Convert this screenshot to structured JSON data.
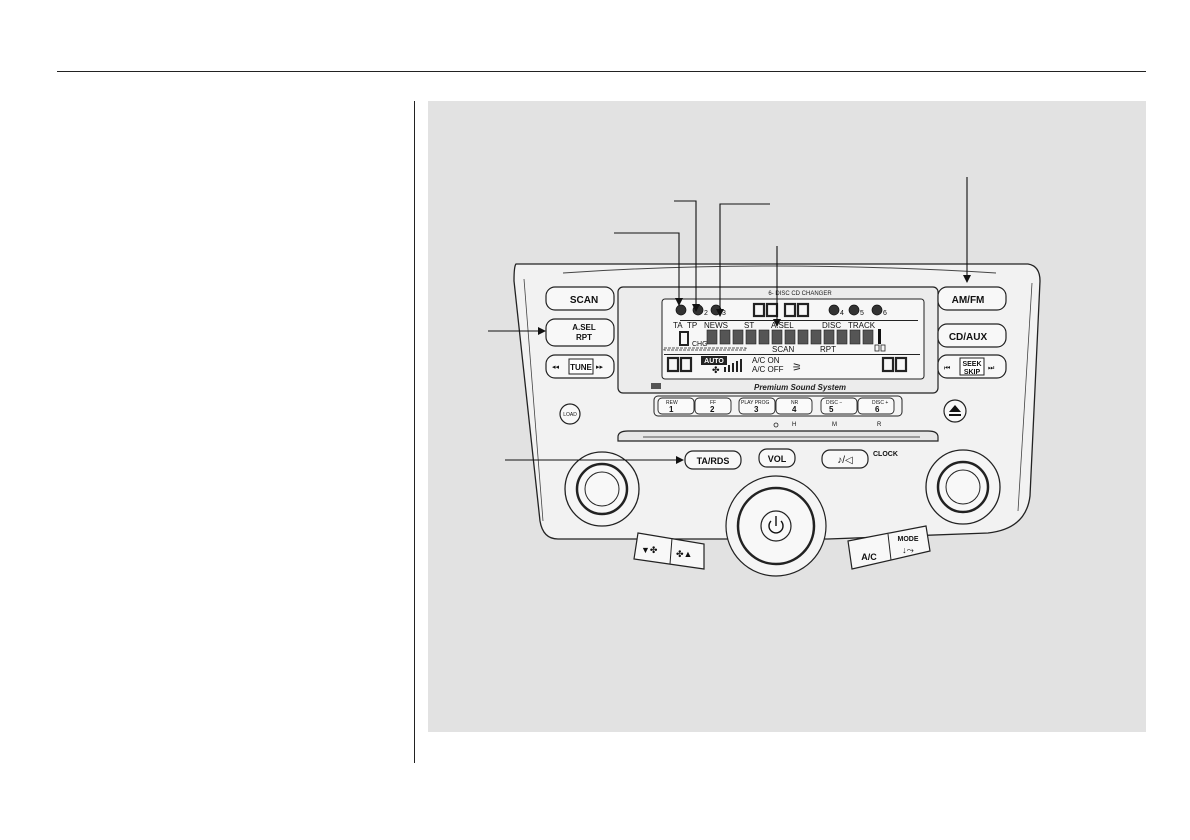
{
  "figure": {
    "changer_label": "6- DISC CD CHANGER",
    "brand_label": "Premium Sound System",
    "display": {
      "indicators": [
        "TA",
        "TP",
        "NEWS",
        "ST",
        "A.SEL",
        "DISC",
        "TRACK"
      ],
      "chg": "CHG",
      "scan": "SCAN",
      "rpt": "RPT",
      "auto": "AUTO",
      "ac_on": "A/C ON",
      "ac_off": "A/C OFF",
      "disc_icons": [
        "1",
        "2",
        "3",
        "4",
        "5",
        "6"
      ]
    },
    "left_buttons": {
      "scan": "SCAN",
      "asel": "A.SEL",
      "rpt": "RPT",
      "tune": "TUNE"
    },
    "right_buttons": {
      "amfm": "AM/FM",
      "cdaux": "CD/AUX",
      "seek": "SEEK",
      "skip": "SKIP"
    },
    "presets": [
      {
        "top": "REW",
        "num": "1"
      },
      {
        "top": "FF",
        "num": "2"
      },
      {
        "top": "PLAY PROG",
        "num": "3"
      },
      {
        "top": "NR",
        "num": "4"
      },
      {
        "top": "DISC −",
        "num": "5"
      },
      {
        "top": "DISC +",
        "num": "6"
      }
    ],
    "clock_letters": [
      "H",
      "M",
      "R"
    ],
    "load": "LOAD",
    "tards": "TA/RDS",
    "vol": "VOL",
    "clock": "CLOCK",
    "ac": "A/C",
    "mode": "MODE"
  }
}
